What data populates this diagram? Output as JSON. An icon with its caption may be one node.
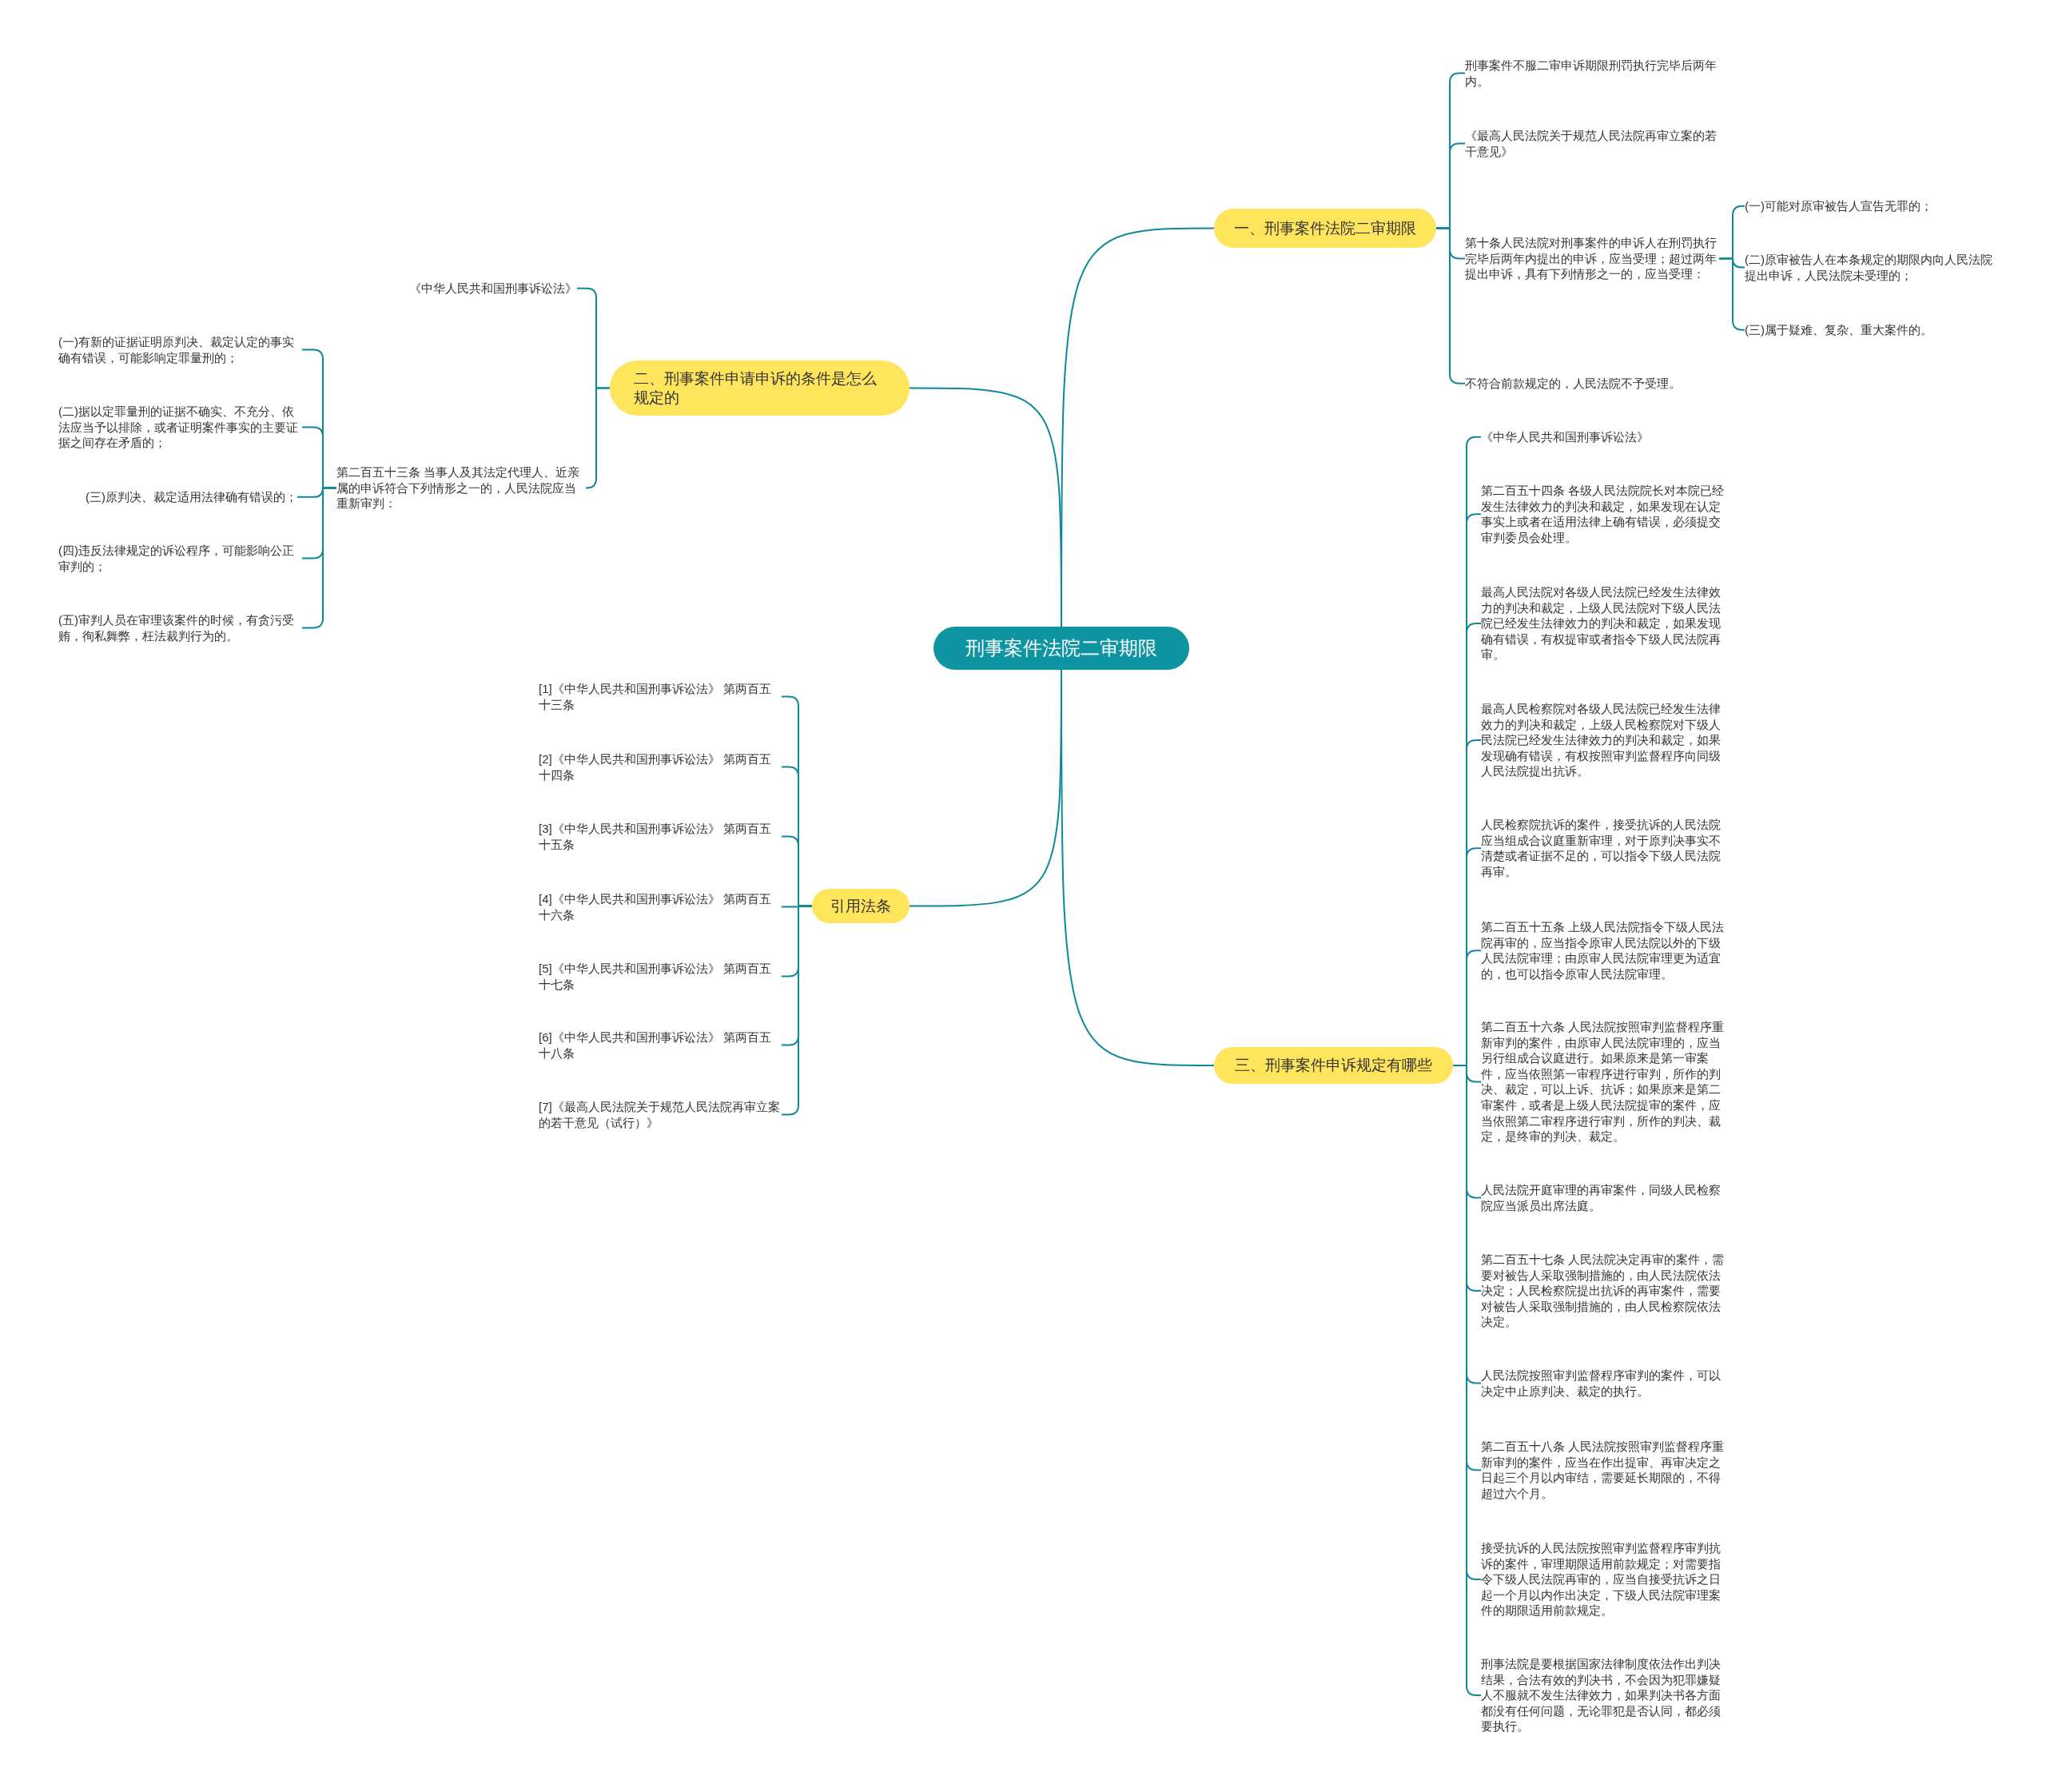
{
  "diagram": {
    "nodes": [
      {
        "text": [
          "刑事案件法院二审期限"
        ]
      },
      {
        "text": [
          "一、刑事案件法院二审期限"
        ]
      },
      {
        "text": [
          "刑事案件不服二审申诉期限刑罚执行完毕后两年内。"
        ]
      },
      {
        "text": [
          "《最高人民法院关于规范人民法院再审立案的若干意见》"
        ]
      },
      {
        "text": [
          "第十条人民法院对刑事案件的申诉人在刑罚执行完毕后两年内提出的申诉，应当受理；超过两年提出申诉，具有下列情形之一的，应当受理："
        ]
      },
      {
        "text": [
          "(一)可能对原审被告人宣告无罪的；"
        ]
      },
      {
        "text": [
          "(二)原审被告人在本条规定的期限内向人民法院提出申诉，人民法院未受理的；"
        ]
      },
      {
        "text": [
          "(三)属于疑难、复杂、重大案件的。"
        ]
      },
      {
        "text": [
          "不符合前款规定的，人民法院不予受理。"
        ]
      },
      {
        "text": [
          "二、刑事案件申请申诉的条件是怎么规定的"
        ]
      },
      {
        "text": [
          "《中华人民共和国刑事诉讼法》"
        ]
      },
      {
        "text": [
          "第二百五十三条 当事人及其法定代理人、近亲属的申诉符合下列情形之一的，人民法院应当重新审判："
        ]
      },
      {
        "text": [
          "(一)有新的证据证明原判决、裁定认定的事实确有错误，可能影响定罪量刑的；"
        ]
      },
      {
        "text": [
          "(二)据以定罪量刑的证据不确实、不充分、依法应当予以排除，或者证明案件事实的主要证据之间存在矛盾的；"
        ]
      },
      {
        "text": [
          "(三)原判决、裁定适用法律确有错误的；"
        ]
      },
      {
        "text": [
          "(四)违反法律规定的诉讼程序，可能影响公正审判的；"
        ]
      },
      {
        "text": [
          "(五)审判人员在审理该案件的时候，有贪污受贿，徇私舞弊，枉法裁判行为的。"
        ]
      },
      {
        "text": [
          "引用法条"
        ]
      },
      {
        "text": [
          "[1]《中华人民共和国刑事诉讼法》 第两百五十三条"
        ]
      },
      {
        "text": [
          "[2]《中华人民共和国刑事诉讼法》 第两百五十四条"
        ]
      },
      {
        "text": [
          "[3]《中华人民共和国刑事诉讼法》 第两百五十五条"
        ]
      },
      {
        "text": [
          "[4]《中华人民共和国刑事诉讼法》 第两百五十六条"
        ]
      },
      {
        "text": [
          "[5]《中华人民共和国刑事诉讼法》 第两百五十七条"
        ]
      },
      {
        "text": [
          "[6]《中华人民共和国刑事诉讼法》 第两百五十八条"
        ]
      },
      {
        "text": [
          "[7]《最高人民法院关于规范人民法院再审立案的若干意见（试行）》"
        ]
      },
      {
        "text": [
          "三、刑事案件申诉规定有哪些"
        ]
      },
      {
        "text": [
          "《中华人民共和国刑事诉讼法》"
        ]
      },
      {
        "text": [
          "第二百五十四条 各级人民法院院长对本院已经发生法律效力的判决和裁定，如果发现在认定事实上或者在适用法律上确有错误，必须提交审判委员会处理。"
        ]
      },
      {
        "text": [
          "最高人民法院对各级人民法院已经发生法律效力的判决和裁定，上级人民法院对下级人民法院已经发生法律效力的判决和裁定，如果发现确有错误，有权提审或者指令下级人民法院再审。"
        ]
      },
      {
        "text": [
          "最高人民检察院对各级人民法院已经发生法律效力的判决和裁定，上级人民检察院对下级人民法院已经发生法律效力的判决和裁定，如果发现确有错误，有权按照审判监督程序向同级人民法院提出抗诉。"
        ]
      },
      {
        "text": [
          "人民检察院抗诉的案件，接受抗诉的人民法院应当组成合议庭重新审理，对于原判决事实不清楚或者证据不足的，可以指令下级人民法院再审。"
        ]
      },
      {
        "text": [
          "第二百五十五条 上级人民法院指令下级人民法院再审的，应当指令原审人民法院以外的下级人民法院审理；由原审人民法院审理更为适宜的，也可以指令原审人民法院审理。"
        ]
      },
      {
        "text": [
          "第二百五十六条 人民法院按照审判监督程序重新审判的案件，由原审人民法院审理的，应当另行组成合议庭进行。如果原来是第一审案件，应当依照第一审程序进行审判，所作的判决、裁定，可以上诉、抗诉；如果原来是第二审案件，或者是上级人民法院提审的案件，应当依照第二审程序进行审判，所作的判决、裁定，是终审的判决、裁定。"
        ]
      },
      {
        "text": [
          "人民法院开庭审理的再审案件，同级人民检察院应当派员出席法庭。"
        ]
      },
      {
        "text": [
          "第二百五十七条 人民法院决定再审的案件，需要对被告人采取强制措施的，由人民法院依法决定；人民检察院提出抗诉的再审案件，需要对被告人采取强制措施的，由人民检察院依法决定。"
        ]
      },
      {
        "text": [
          "人民法院按照审判监督程序审判的案件，可以决定中止原判决、裁定的执行。"
        ]
      },
      {
        "text": [
          "第二百五十八条 人民法院按照审判监督程序重新审判的案件，应当在作出提审、再审决定之日起三个月以内审结，需要延长期限的，不得超过六个月。"
        ]
      },
      {
        "text": [
          "接受抗诉的人民法院按照审判监督程序审判抗诉的案件，审理期限适用前款规定；对需要指令下级人民法院再审的，应当自接受抗诉之日起一个月以内作出决定，下级人民法院审理案件的期限适用前款规定。"
        ]
      },
      {
        "text": [
          "刑事法院是要根据国家法律制度依法作出判决结果，合法有效的判决书，不会因为犯罪嫌疑人不服就不发生法律效力，如果判决书各方面都没有任何问题，无论罪犯是否认同，都必须要执行。"
        ]
      }
    ],
    "edges": [
      {
        "from": 0,
        "to": 1,
        "arrow": "none"
      },
      {
        "from": 1,
        "to": 2,
        "arrow": "none"
      },
      {
        "from": 1,
        "to": 3,
        "arrow": "none"
      },
      {
        "from": 1,
        "to": 4,
        "arrow": "none"
      },
      {
        "from": 4,
        "to": 5,
        "arrow": "none"
      },
      {
        "from": 4,
        "to": 6,
        "arrow": "none"
      },
      {
        "from": 4,
        "to": 7,
        "arrow": "none"
      },
      {
        "from": 1,
        "to": 8,
        "arrow": "none"
      },
      {
        "from": 0,
        "to": 9,
        "arrow": "none"
      },
      {
        "from": 9,
        "to": 10,
        "arrow": "none"
      },
      {
        "from": 9,
        "to": 11,
        "arrow": "none"
      },
      {
        "from": 11,
        "to": 12,
        "arrow": "none"
      },
      {
        "from": 11,
        "to": 13,
        "arrow": "none"
      },
      {
        "from": 11,
        "to": 14,
        "arrow": "none"
      },
      {
        "from": 11,
        "to": 15,
        "arrow": "none"
      },
      {
        "from": 11,
        "to": 16,
        "arrow": "none"
      },
      {
        "from": 0,
        "to": 17,
        "arrow": "none"
      },
      {
        "from": 17,
        "to": 18,
        "arrow": "none"
      },
      {
        "from": 17,
        "to": 19,
        "arrow": "none"
      },
      {
        "from": 17,
        "to": 20,
        "arrow": "none"
      },
      {
        "from": 17,
        "to": 21,
        "arrow": "none"
      },
      {
        "from": 17,
        "to": 22,
        "arrow": "none"
      },
      {
        "from": 17,
        "to": 23,
        "arrow": "none"
      },
      {
        "from": 17,
        "to": 24,
        "arrow": "none"
      },
      {
        "from": 0,
        "to": 25,
        "arrow": "none"
      },
      {
        "from": 25,
        "to": 26,
        "arrow": "none"
      },
      {
        "from": 25,
        "to": 27,
        "arrow": "none"
      },
      {
        "from": 25,
        "to": 28,
        "arrow": "none"
      },
      {
        "from": 25,
        "to": 29,
        "arrow": "none"
      },
      {
        "from": 25,
        "to": 30,
        "arrow": "none"
      },
      {
        "from": 25,
        "to": 31,
        "arrow": "none"
      },
      {
        "from": 25,
        "to": 32,
        "arrow": "none"
      },
      {
        "from": 25,
        "to": 33,
        "arrow": "none"
      },
      {
        "from": 25,
        "to": 34,
        "arrow": "none"
      },
      {
        "from": 25,
        "to": 35,
        "arrow": "none"
      },
      {
        "from": 25,
        "to": 36,
        "arrow": "none"
      },
      {
        "from": 25,
        "to": 37,
        "arrow": "none"
      },
      {
        "from": 25,
        "to": 38,
        "arrow": "none"
      }
    ]
  }
}
